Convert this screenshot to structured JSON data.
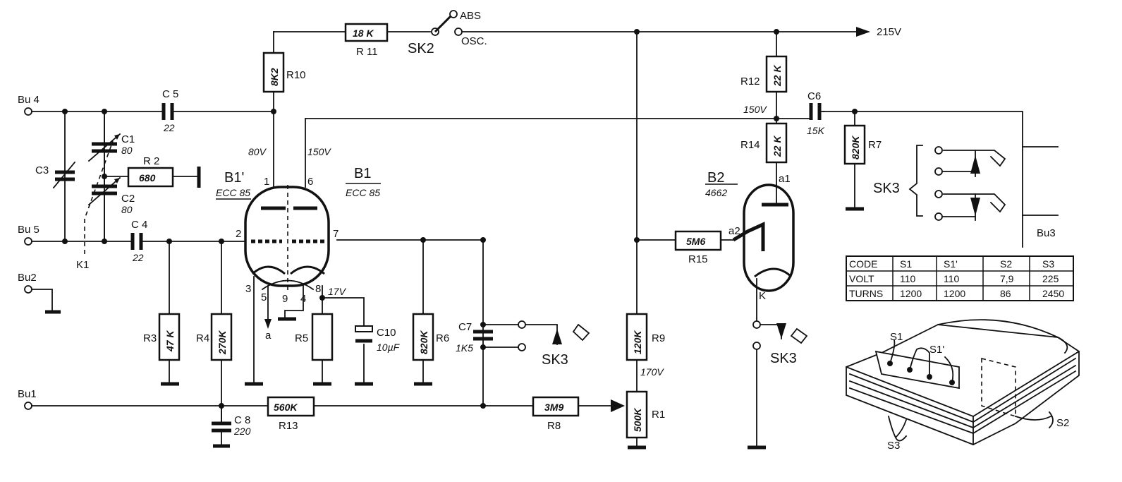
{
  "supply": {
    "label": "215V"
  },
  "switch_sk2": {
    "name": "SK2",
    "pos_abs": "ABS",
    "pos_osc": "OSC."
  },
  "sk3": {
    "name": "SK3"
  },
  "tubes": {
    "b1p": {
      "name": "B1'",
      "type": "ECC 85"
    },
    "b1": {
      "name": "B1",
      "type": "ECC 85"
    },
    "b2": {
      "name": "B2",
      "type": "4662",
      "anode": "a1",
      "anode2": "a2",
      "cathode": "K"
    }
  },
  "pins": {
    "p1": "1",
    "p2": "2",
    "p3": "3",
    "p4": "4",
    "p5": "5",
    "p6": "6",
    "p7": "7",
    "p8": "8",
    "p9": "9",
    "heater": "a"
  },
  "voltages": {
    "v80": "80V",
    "v150a": "150V",
    "v150b": "150V",
    "v17": "17V",
    "v170": "170V"
  },
  "sockets": {
    "bu1": "Bu1",
    "bu2": "Bu2",
    "bu3": "Bu3",
    "bu4": "Bu 4",
    "bu5": "Bu 5"
  },
  "gang": {
    "name": "K1"
  },
  "resistors": {
    "r1": {
      "name": "R1",
      "value": "500K"
    },
    "r2": {
      "name": "R 2",
      "value": "680"
    },
    "r3": {
      "name": "R3",
      "value": "47 K"
    },
    "r4": {
      "name": "R4",
      "value": "270K"
    },
    "r5": {
      "name": "R5",
      "value": ""
    },
    "r6": {
      "name": "R6",
      "value": "820K"
    },
    "r7": {
      "name": "R7",
      "value": "820K"
    },
    "r8": {
      "name": "R8",
      "value": "3M9"
    },
    "r9": {
      "name": "R9",
      "value": "120K"
    },
    "r10": {
      "name": "R10",
      "value": "8K2"
    },
    "r11": {
      "name": "R 11",
      "value": "18 K"
    },
    "r12": {
      "name": "R12",
      "value": "22 K"
    },
    "r13": {
      "name": "R13",
      "value": "560K"
    },
    "r14": {
      "name": "R14",
      "value": "22 K"
    },
    "r15": {
      "name": "R15",
      "value": "5M6"
    }
  },
  "capacitors": {
    "c1": {
      "name": "C1",
      "value": "80"
    },
    "c2": {
      "name": "C2",
      "value": "80"
    },
    "c3": {
      "name": "C3",
      "value": ""
    },
    "c4": {
      "name": "C 4",
      "value": "22"
    },
    "c5": {
      "name": "C 5",
      "value": "22"
    },
    "c6": {
      "name": "C6",
      "value": "15K"
    },
    "c7": {
      "name": "C7",
      "value": "1K5"
    },
    "c8": {
      "name": "C 8",
      "value": "220"
    },
    "c10": {
      "name": "C10",
      "value": "10µF"
    }
  },
  "coil_table": {
    "headers": [
      "CODE",
      "S1",
      "S1'",
      "S2",
      "S3"
    ],
    "rows": [
      [
        "VOLT",
        "110",
        "110",
        "7,9",
        "225"
      ],
      [
        "TURNS",
        "1200",
        "1200",
        "86",
        "2450"
      ]
    ]
  },
  "transformer": {
    "s1": "S1",
    "s1p": "S1'",
    "s2": "S2",
    "s3": "S3"
  }
}
